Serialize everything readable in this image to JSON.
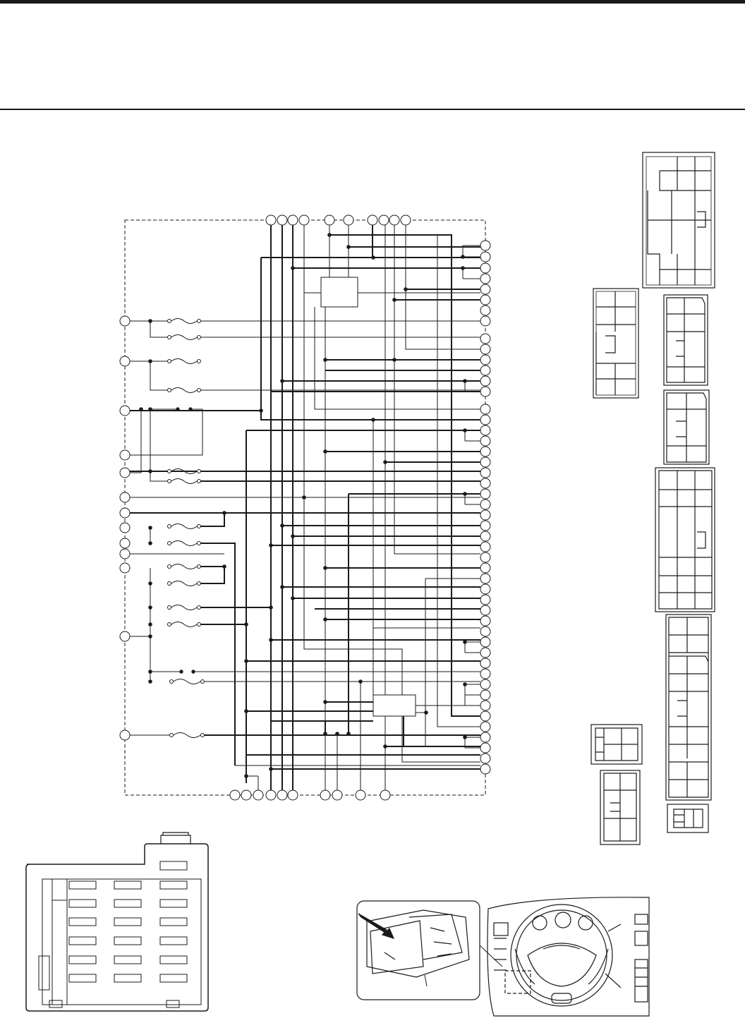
{
  "page": {
    "header_text": "",
    "caption": ""
  },
  "diagram": {
    "line_color": "#1a1a1a",
    "border_style": "dashed",
    "icons": [
      "fuse-icon",
      "relay-icon",
      "connector-pin-icon",
      "junction-dot-icon"
    ]
  },
  "views": {
    "fuse_block": "fuse-block-outline",
    "location": "steering-wheel-dashboard-view"
  }
}
